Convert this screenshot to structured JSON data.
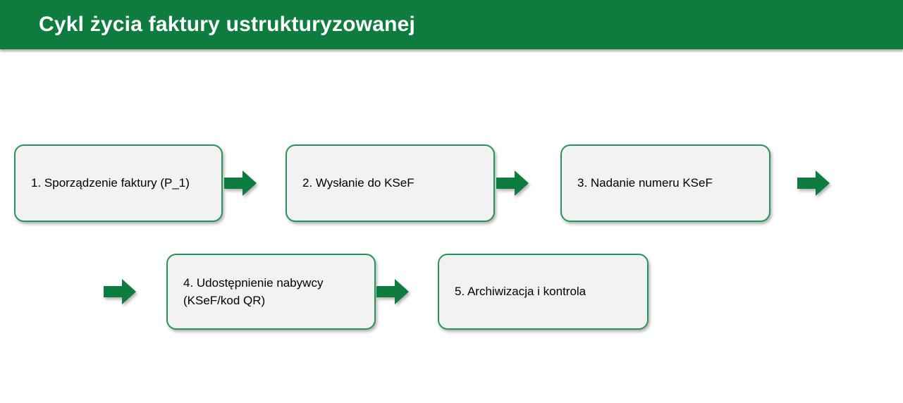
{
  "header": {
    "title": "Cykl życia faktury ustrukturyzowanej"
  },
  "theme": {
    "header_green": "#0e7c3f",
    "box_border_green": "#279555",
    "box_fill": "#f2f2f2",
    "title_color": "#ffffff",
    "label_color": "#000000"
  },
  "diagram": {
    "steps": [
      {
        "label": "1. Sporządzenie faktury (P_1)"
      },
      {
        "label": "2. Wysłanie do KSeF"
      },
      {
        "label": "3. Nadanie numeru KSeF"
      },
      {
        "label": "4. Udostępnienie nabywcy\n(KSeF/kod QR)"
      },
      {
        "label": "5. Archiwizacja i kontrola"
      }
    ],
    "arrow_icon": "right-block-arrow"
  }
}
